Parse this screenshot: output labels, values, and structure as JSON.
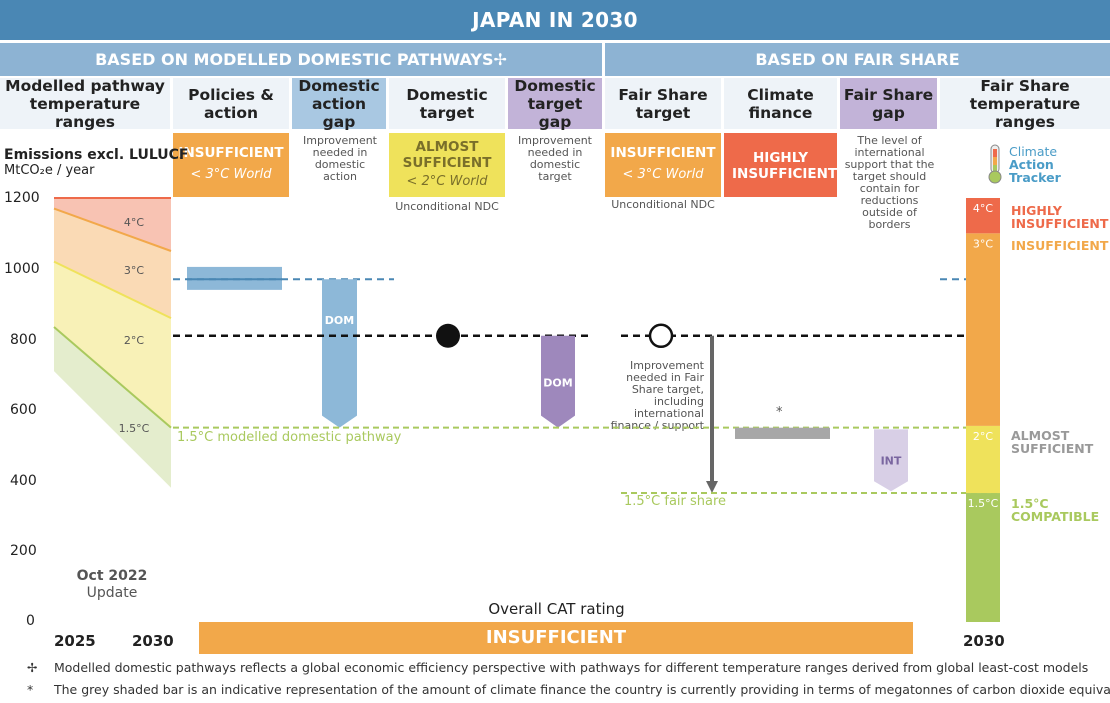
{
  "title": "JAPAN IN 2030",
  "section_domestic": "BASED ON MODELLED DOMESTIC PATHWAYS✢",
  "section_fair": "BASED ON FAIR SHARE",
  "columns": {
    "modelled": "Modelled pathway temperature ranges",
    "policies": "Policies & action",
    "dom_gap": "Domestic action gap",
    "dom_target": "Domestic target",
    "dom_target_gap": "Domestic target gap",
    "fs_target": "Fair Share target",
    "climate_finance": "Climate finance",
    "fs_gap": "Fair Share gap",
    "fs_temp": "Fair Share temperature ranges"
  },
  "ratings": {
    "policies": {
      "label": "INSUFFICIENT",
      "sub": "< 3°C World"
    },
    "dom_target": {
      "label": "ALMOST SUFFICIENT",
      "sub": "< 2°C World"
    },
    "fs_target": {
      "label": "INSUFFICIENT",
      "sub": "< 3°C World"
    },
    "climate_finance": {
      "label": "HIGHLY INSUFFICIENT"
    }
  },
  "notes": {
    "dom_gap": "Improvement needed in domestic action",
    "dom_target_gap": "Improvement needed in domestic target",
    "fs_gap": "The level of international support that the target should contain for reductions outside of borders",
    "ndc1": "Unconditional NDC",
    "ndc2": "Unconditional NDC",
    "fs_improve": "Improvement needed in Fair Share target, including international finance / support",
    "star": "*"
  },
  "y_title": "Emissions excl. LULUCF",
  "y_unit": "MtCO₂e / year",
  "logo": {
    "line1": "Climate",
    "line2": "Action",
    "line3": "Tracker"
  },
  "update": {
    "line1": "Oct 2022",
    "line2": "Update"
  },
  "x_labels": {
    "left": "2025",
    "mid": "2030",
    "right": "2030"
  },
  "overall_label": "Overall CAT rating",
  "overall_value": "INSUFFICIENT",
  "dom_pathway_label": "1.5°C modelled domestic pathway",
  "fair_share_label": "1.5°C fair share",
  "dom_label": "DOM",
  "dom_label2": "DOM",
  "int_label": "INT",
  "legend_labels": {
    "highly": "HIGHLY INSUFFICIENT",
    "insufficient": "INSUFFICIENT",
    "almost": "ALMOST SUFFICIENT",
    "compatible": "1.5°C COMPATIBLE"
  },
  "footnotes": {
    "mark1": "✢",
    "text1": "Modelled domestic pathways reflects a global economic efficiency perspective with pathways for different temperature ranges derived from global least-cost models",
    "mark2": "*",
    "text2": "The grey shaded bar is an indicative representation of the amount of climate finance the country is currently providing in terms of megatonnes of carbon dioxide equivalent"
  },
  "colors": {
    "header": "#4a87b4",
    "section": "#8db3d3",
    "insufficient": "#f2a84a",
    "almost": "#efe25b",
    "highly": "#ee6a4a",
    "compatible": "#a9c95e",
    "dom_blue": "#8db8d8",
    "dom_purple": "#9e88bc",
    "grey": "#a7a7a7"
  },
  "chart_data": {
    "type": "range",
    "ylabel": "Emissions excl. LULUCF MtCO₂e / year",
    "ylim": [
      0,
      1200
    ],
    "yticks": [
      0,
      200,
      400,
      600,
      800,
      1000,
      1200
    ],
    "x": [
      2025,
      2030
    ],
    "modelled_pathways": [
      {
        "name": "4°C",
        "values": [
          1200,
          1200
        ]
      },
      {
        "name": "3°C",
        "values": [
          1170,
          1050
        ]
      },
      {
        "name": "2°C",
        "values": [
          1020,
          860
        ]
      },
      {
        "name": "1.5°C",
        "values": [
          835,
          550
        ]
      },
      {
        "name": "",
        "values": [
          710,
          380
        ]
      }
    ],
    "policies_action": {
      "low": 940,
      "high": 1005,
      "mid": 970
    },
    "domestic_target": 810,
    "modelled_domestic_1_5": 550,
    "fair_share_target": 810,
    "fair_share_1_5": 365,
    "climate_finance_bar": {
      "low": 518,
      "high": 550
    },
    "int_gap": {
      "low": 370,
      "high": 545
    },
    "fair_share_ranges": [
      {
        "name": "1.5°C",
        "low": 0,
        "high": 365
      },
      {
        "name": "2°C",
        "low": 365,
        "high": 555
      },
      {
        "name": "3°C",
        "low": 555,
        "high": 1100
      },
      {
        "name": "4°C",
        "low": 1100,
        "high": 1200
      }
    ]
  }
}
